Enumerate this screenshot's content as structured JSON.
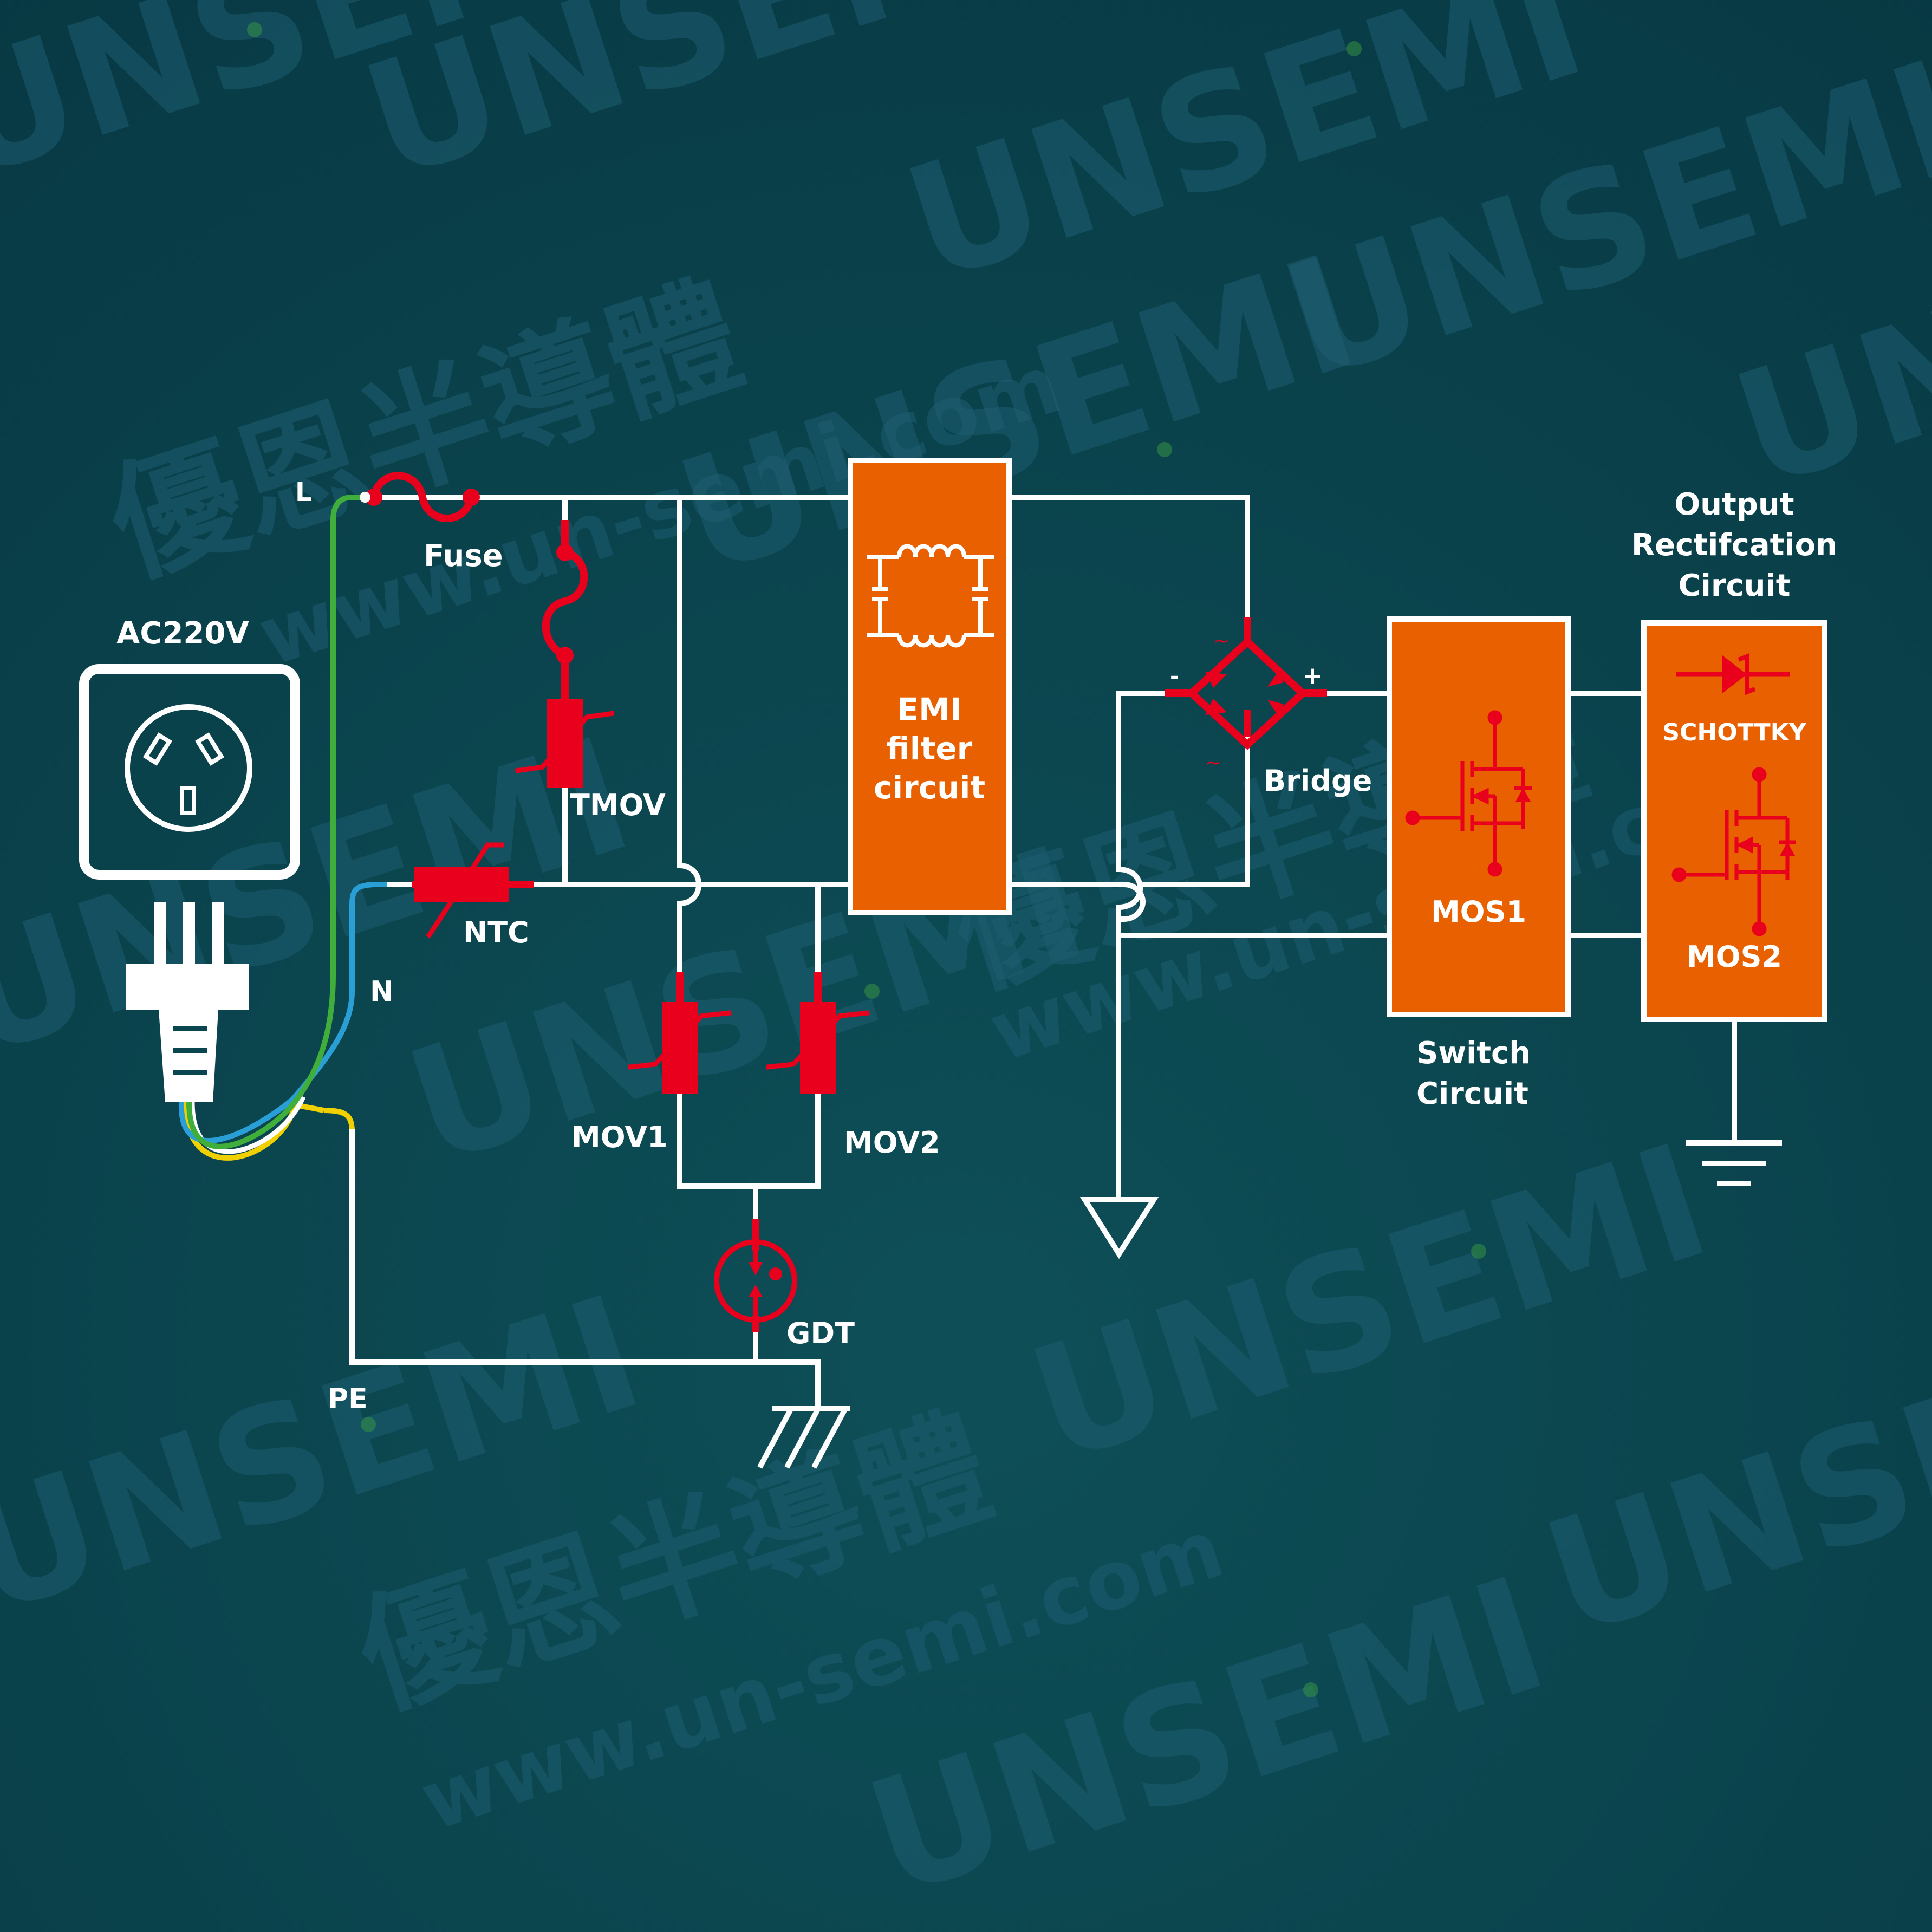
{
  "watermark": {
    "brand": "UNSEMI",
    "chinese": "優恩半導體",
    "url": "www.un-semi.com"
  },
  "labels": {
    "source": "AC220V",
    "line": "L",
    "neutral": "N",
    "earth": "PE",
    "fuse": "Fuse",
    "tmov": "TMOV",
    "ntc": "NTC",
    "mov1": "MOV1",
    "mov2": "MOV2",
    "gdt": "GDT",
    "bridge": "Bridge",
    "bridge_minus": "-",
    "bridge_plus": "+",
    "bridge_ac1": "~",
    "bridge_ac2": "~"
  },
  "blocks": {
    "emi": {
      "line1": "EMI",
      "line2": "filter",
      "line3": "circuit"
    },
    "switch": {
      "component": "MOS1",
      "caption1": "Switch",
      "caption2": "Circuit"
    },
    "output": {
      "title1": "Output",
      "title2": "Rectifcation",
      "title3": "Circuit",
      "diode": "SCHOTTKY",
      "component": "MOS2"
    }
  },
  "colors": {
    "background": "#0a4650",
    "wire": "#ffffff",
    "component": "#e8001c",
    "block": "#e86000",
    "line_wire": "#3fae3a",
    "neutral_wire": "#2a9fd6",
    "earth_wire": "#f0d000"
  }
}
